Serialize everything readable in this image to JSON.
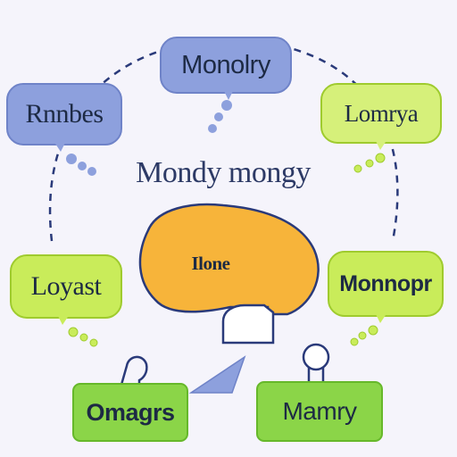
{
  "diagram": {
    "center_title": "Mondy mongy",
    "brain_label": "Ilone",
    "bubbles": {
      "top": "Monolry",
      "top_left": "Rnnbes",
      "top_right": "Lomrya",
      "mid_left": "Loyast",
      "mid_right": "Monnopr",
      "bottom_left": "Omagrs",
      "bottom_right": "Mamry"
    },
    "colors": {
      "blue_bubble": "#8da0dd",
      "green_bubble": "#c9ec5a",
      "green_bubble_light": "#d6f07a",
      "bottom_bubble": "#8bd548",
      "brain": "#f7b43a",
      "outline": "#2a3a7a",
      "background": "#f5f4fb"
    }
  }
}
